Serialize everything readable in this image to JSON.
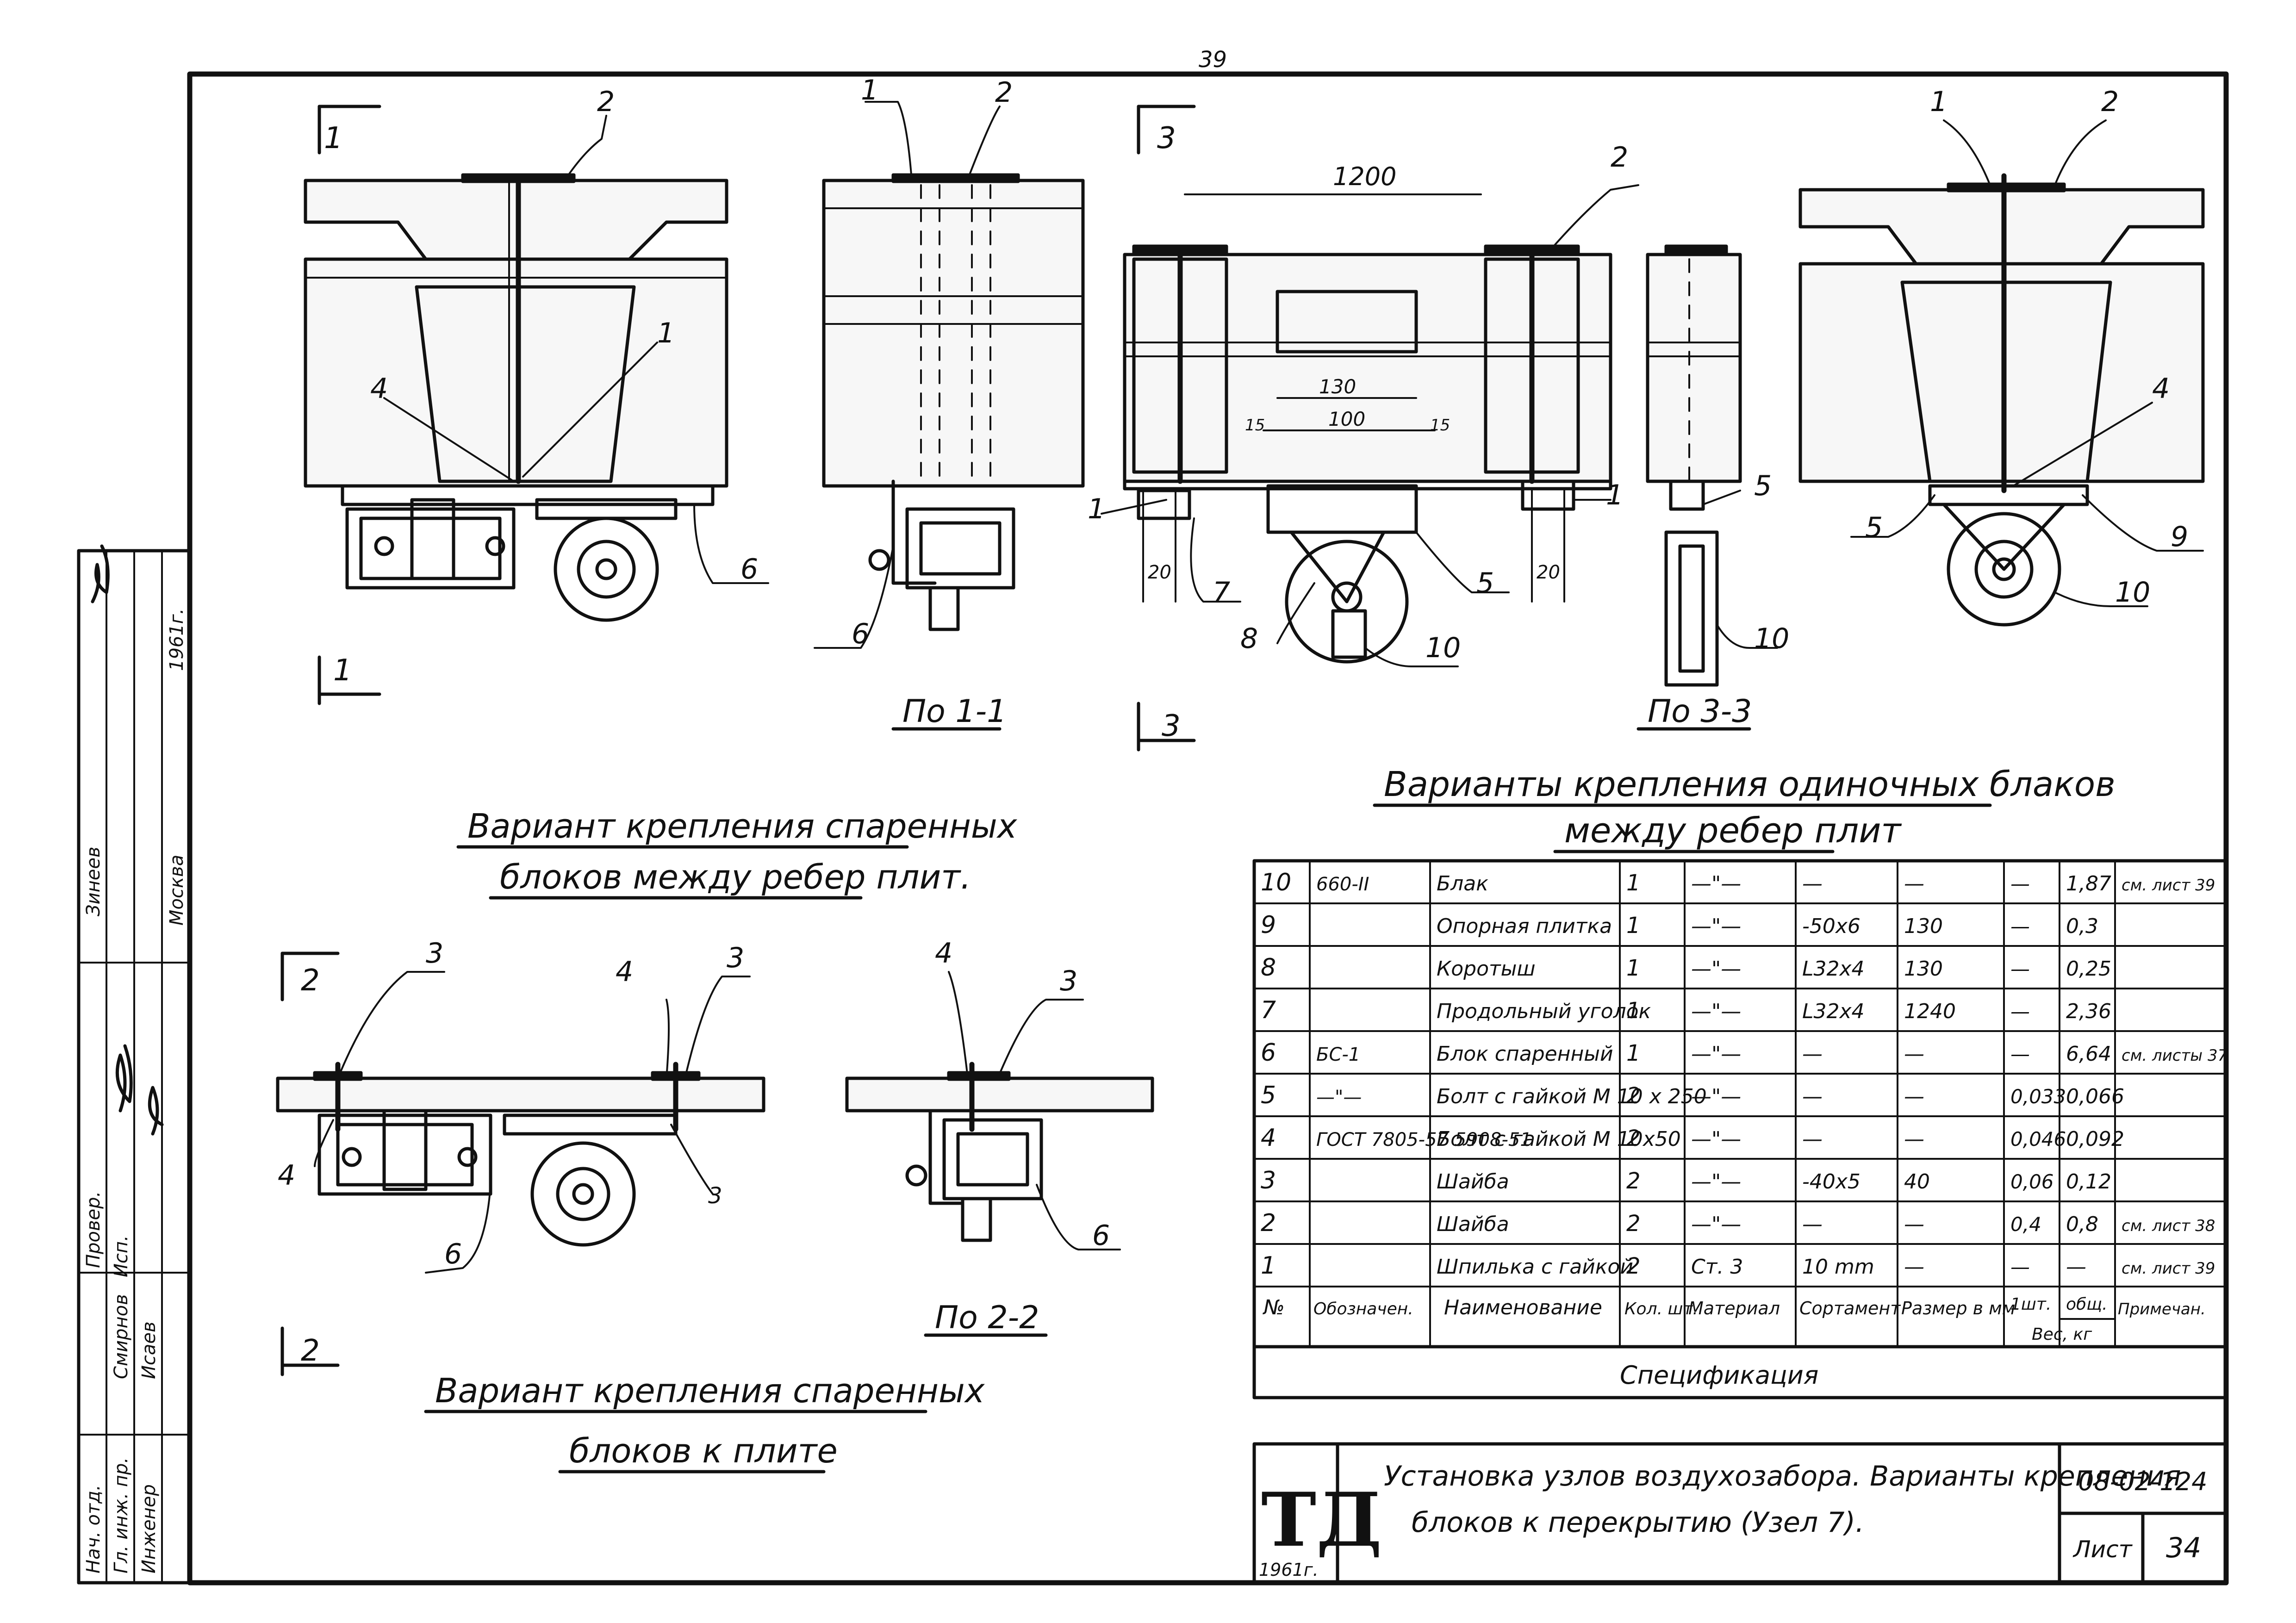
{
  "page_number": "39",
  "views": {
    "section_marks": [
      "1",
      "1",
      "3",
      "3",
      "2",
      "2"
    ],
    "view_1_1_caption": "По 1-1",
    "view_3_3_caption": "По 3-3",
    "view_2_2_caption": "По 2-2"
  },
  "dimensions": {
    "span": "1200",
    "inner_1": "130",
    "inner_2": "100",
    "gap_left": "15",
    "gap_right": "15",
    "offset_left": "20",
    "offset_right": "20"
  },
  "callouts": {
    "view_a": [
      "2",
      "1",
      "4",
      "6"
    ],
    "view_1_1": [
      "1",
      "2",
      "6"
    ],
    "view_3": [
      "2",
      "1",
      "7",
      "5",
      "8",
      "10",
      "1"
    ],
    "view_3_3": [
      "5",
      "10"
    ],
    "view_right": [
      "1",
      "2",
      "4",
      "5",
      "9",
      "10"
    ],
    "view_b": [
      "3",
      "4",
      "3",
      "4",
      "3",
      "6"
    ],
    "view_2_2": [
      "4",
      "3",
      "6"
    ]
  },
  "headings": {
    "paired_between_ribs_line1": "Вариант крепления спаренных",
    "paired_between_ribs_line2": "блоков между ребер плит.",
    "single_between_ribs_line1": "Варианты крепления одиночных блаков",
    "single_between_ribs_line2": "между ребер плит",
    "paired_to_slab_line1": "Вариант крепления спаренных",
    "paired_to_slab_line2": "блоков к плите"
  },
  "spec_table": {
    "header": {
      "pos": "№",
      "designation": "Обозначен.",
      "name": "Наименование",
      "qty": "Кол. шт.",
      "material": "Материал",
      "profile": "Сортамент",
      "size": "Размер в мм",
      "weight_1": "1шт.",
      "weight_total": "общ.",
      "weight_group": "Вес, кг",
      "note": "Примечан."
    },
    "rows": [
      {
        "pos": "10",
        "designation": "660-II",
        "name": "Блак",
        "qty": "1",
        "material": "—\"—",
        "profile": "—",
        "size": "—",
        "w1": "—",
        "wt": "1,87",
        "note": "см. лист 39"
      },
      {
        "pos": "9",
        "designation": "",
        "name": "Опорная плитка",
        "qty": "1",
        "material": "—\"—",
        "profile": "-50x6",
        "size": "130",
        "w1": "—",
        "wt": "0,3",
        "note": ""
      },
      {
        "pos": "8",
        "designation": "",
        "name": "Коротыш",
        "qty": "1",
        "material": "—\"—",
        "profile": "L32x4",
        "size": "130",
        "w1": "—",
        "wt": "0,25",
        "note": ""
      },
      {
        "pos": "7",
        "designation": "",
        "name": "Продольный уголок",
        "qty": "1",
        "material": "—\"—",
        "profile": "L32x4",
        "size": "1240",
        "w1": "—",
        "wt": "2,36",
        "note": ""
      },
      {
        "pos": "6",
        "designation": "БС-1",
        "name": "Блок спаренный",
        "qty": "1",
        "material": "—\"—",
        "profile": "—",
        "size": "—",
        "w1": "—",
        "wt": "6,64",
        "note": "см. листы 37"
      },
      {
        "pos": "5",
        "designation": "—\"—",
        "name": "Болт с гайкой М 10 х 250",
        "qty": "2",
        "material": "—\"—",
        "profile": "—",
        "size": "—",
        "w1": "0,033",
        "wt": "0,066",
        "note": ""
      },
      {
        "pos": "4",
        "designation": "ГОСТ 7805-57 5908-51",
        "name": "Болт с гайкой М 10х50",
        "qty": "2",
        "material": "—\"—",
        "profile": "—",
        "size": "—",
        "w1": "0,046",
        "wt": "0,092",
        "note": ""
      },
      {
        "pos": "3",
        "designation": "",
        "name": "Шайба",
        "qty": "2",
        "material": "—\"—",
        "profile": "-40x5",
        "size": "40",
        "w1": "0,06",
        "wt": "0,12",
        "note": ""
      },
      {
        "pos": "2",
        "designation": "",
        "name": "Шайба",
        "qty": "2",
        "material": "—\"—",
        "profile": "—",
        "size": "—",
        "w1": "0,4",
        "wt": "0,8",
        "note": "см. лист 38"
      },
      {
        "pos": "1",
        "designation": "",
        "name": "Шпилька с гайкой",
        "qty": "2",
        "material": "Ст. 3",
        "profile": "10 mm",
        "size": "—",
        "w1": "—",
        "wt": "—",
        "note": "см. лист 39"
      }
    ],
    "footer": "Спецификация"
  },
  "title_block": {
    "logo": "ТД",
    "year": "1961г.",
    "title_line1": "Установка узлов воздухозабора. Варианты крепления",
    "title_line2": "блоков к перекрытию (Узел 7).",
    "code": "08-02-124",
    "sheet_label": "Лист",
    "sheet_number": "34"
  },
  "side_stamp": {
    "roles": [
      "Нач. отд.",
      "Гл. инж. пр.",
      "Инженер",
      "Исп.",
      "Провер."
    ],
    "names": [
      "Зинеев",
      "Смирнов",
      "Исаев",
      "Москва"
    ],
    "year": "1961г."
  }
}
